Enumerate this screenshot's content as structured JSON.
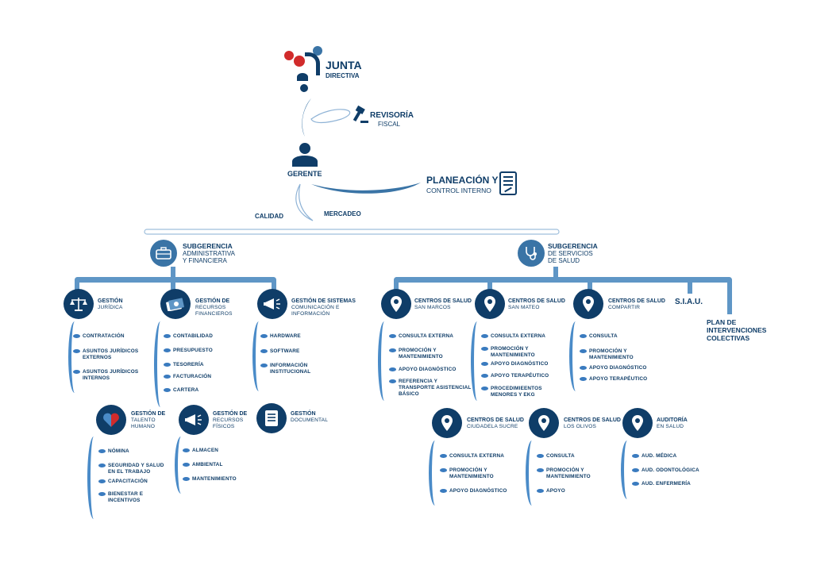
{
  "top": {
    "junta_title": "JUNTA",
    "junta_sub": "DIRECTIVA",
    "revisoria_title": "REVISORÍA",
    "revisoria_sub": "FISCAL",
    "gerente": "GERENTE",
    "planeacion_title": "PLANEACIÓN Y",
    "planeacion_sub": "CONTROL INTERNO",
    "calidad": "CALIDAD",
    "mercadeo": "MERCADEO"
  },
  "subgerencias": {
    "admin": {
      "title": "SUBGERENCIA",
      "line1": "ADMINISTRATIVA",
      "line2": "Y FINANCIERA"
    },
    "salud": {
      "title": "SUBGERENCIA",
      "line1": "DE SERVICIOS",
      "line2": "DE SALUD"
    }
  },
  "admin_nodes": {
    "juridica": {
      "title": "GESTIÓN",
      "sub": "JURÍDICA",
      "items": [
        "CONTRATACIÓN",
        "ASUNTOS JURÍDICOS",
        "EXTERNOS",
        "ASUNTOS JURÍDICOS",
        "INTERNOS"
      ]
    },
    "financieros": {
      "title": "GESTIÓN DE",
      "sub1": "RECURSOS",
      "sub2": "FINANCIEROS",
      "items": [
        "CONTABILIDAD",
        "PRESUPUESTO",
        "TESORERÍA",
        "FACTURACIÓN",
        "CARTERA"
      ]
    },
    "sistemas": {
      "title": "GESTIÓN DE SISTEMAS",
      "sub1": "COMUNICACIÓN E",
      "sub2": "INFORMACIÓN",
      "items": [
        "HARDWARE",
        "SOFTWARE",
        "INFORMACIÓN",
        "INSTITUCIONAL"
      ]
    },
    "talento": {
      "title": "GESTIÓN DE",
      "sub1": "TALENTO",
      "sub2": "HUMANO",
      "items": [
        "NÓMINA",
        "SEGURIDAD Y SALUD",
        "EN EL TRABAJO",
        "CAPACITACIÓN",
        "BIENESTAR E",
        "INCENTIVOS"
      ]
    },
    "fisicos": {
      "title": "GESTIÓN DE",
      "sub1": "RECURSOS",
      "sub2": "FÍSICOS",
      "items": [
        "ALMACEN",
        "AMBIENTAL",
        "MANTENIMIENTO"
      ]
    },
    "documental": {
      "title": "GESTIÓN",
      "sub": "DOCUMENTAL"
    }
  },
  "salud_nodes": {
    "sanmarcos": {
      "title": "CENTROS DE SALUD",
      "sub": "SAN MARCOS",
      "items": [
        "CONSULTA EXTERNA",
        "PROMOCIÓN Y",
        "MANTENIMIENTO",
        "APOYO DIAGNÓSTICO",
        "REFERENCIA Y",
        "TRANSPORTE ASISTENCIAL",
        "BÁSICO"
      ]
    },
    "sanmateo": {
      "title": "CENTROS DE SALUD",
      "sub": "SAN MATEO",
      "items": [
        "CONSULTA EXTERNA",
        "PROMOCIÓN Y",
        "MANTENIMIENTO",
        "APOYO DIAGNÓSTICO",
        "APOYO TERAPÉUTICO",
        "PROCEDIMIEENTOS",
        "MENORES Y EKG"
      ]
    },
    "compartir": {
      "title": "CENTROS DE SALUD",
      "sub": "COMPARTIR",
      "items": [
        "CONSULTA",
        "PROMOCIÓN Y",
        "MANTENIMIENTO",
        "APOYO DIAGNÓSTICO",
        "APOYO TERAPÉUTICO"
      ]
    },
    "siau": {
      "title": "S.I.A.U."
    },
    "plan": {
      "line1": "PLAN DE",
      "line2": "INTERVENCIONES",
      "line3": "COLECTIVAS"
    },
    "sucre": {
      "title": "CENTROS DE SALUD",
      "sub": "CIUDADELA SUCRE",
      "items": [
        "CONSULTA EXTERNA",
        "PROMOCIÓN Y",
        "MANTENIMIENTO",
        "APOYO DIAGNÓSTICO"
      ]
    },
    "olivos": {
      "title": "CENTROS DE SALUD",
      "sub": "LOS OLIVOS",
      "items": [
        "CONSULTA",
        "PROMOCIÓN Y",
        "MANTENIMIENTO",
        "APOYO"
      ]
    },
    "auditoria": {
      "title": "AUDITORÍA",
      "sub": "EN SALUD",
      "items": [
        "AUD. MÉDICA",
        "AUD. ODONTOLÓGICA",
        "AUD. ENFERMERÍA"
      ]
    }
  },
  "colors": {
    "navy": "#0f3d68",
    "mid": "#3a74a6",
    "light": "#5f96c6",
    "red": "#d12b2b"
  }
}
